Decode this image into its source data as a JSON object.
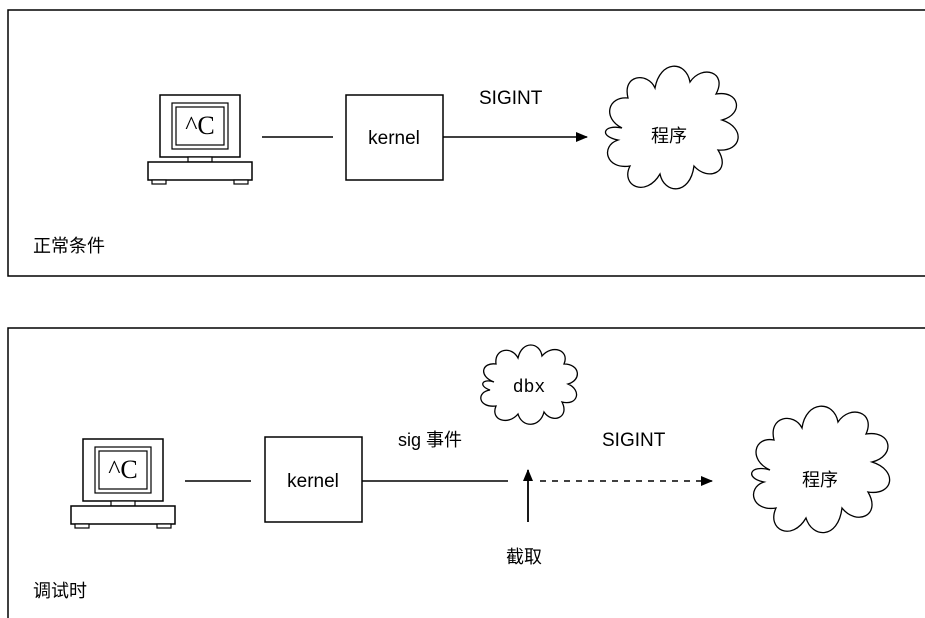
{
  "panel_top": {
    "terminal_text": "^C",
    "kernel_label": "kernel",
    "signal_label": "SIGINT",
    "program_label": "程序",
    "caption": "正常条件"
  },
  "panel_bottom": {
    "terminal_text": "^C",
    "kernel_label": "kernel",
    "event_label": "sig 事件",
    "debugger_label": "dbx",
    "signal_label": "SIGINT",
    "program_label": "程序",
    "intercept_label": "截取",
    "caption": "调试时"
  }
}
